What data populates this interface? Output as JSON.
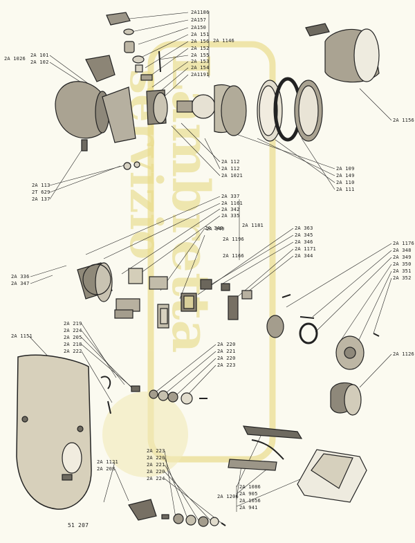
{
  "watermark": {
    "brand": "Lambretta",
    "sub": "servizio",
    "color": "#e6d67a"
  },
  "labels": {
    "top_column": [
      "2A1186",
      "2A157",
      "2A150",
      "2A 151",
      "2A 156",
      "2A 152",
      "2A 155",
      "2A 153",
      "2A 154",
      "2A1191"
    ],
    "top_column_side": "2A 1146",
    "left_headlamp": {
      "prefix": "2A 1026",
      "items": [
        "2A 101",
        "2A 102"
      ]
    },
    "lower_left_headlamp": [
      "2A 113",
      "2T 629",
      "2A 137"
    ],
    "center_reflector": [
      "2A 112",
      "2A 112",
      "2A 1021"
    ],
    "right_headlamp_rings": [
      "2A 109",
      "2A 149",
      "2A 110",
      "2A 111"
    ],
    "right_spot_lamp": "2A 1156",
    "switch_column": [
      "2A 337",
      "2A 1161",
      "2A 342",
      "2A 335"
    ],
    "switch_extra": [
      "2A 340",
      "2A 340"
    ],
    "switch_group": "2A 1181",
    "switch_mid": [
      "2A 1196",
      "2A 1166"
    ],
    "mid_right_column": [
      "2A 363",
      "2A 345",
      "2A 346",
      "2A 1171",
      "2A 344"
    ],
    "left_horn": [
      "2A 336",
      "2A 347"
    ],
    "right_horn_column": [
      "2A 1176",
      "2A 348",
      "2A 349",
      "2A 350",
      "2A 351",
      "2A 352"
    ],
    "horn_cover": "2A 1126",
    "cover_label": "2A 1151",
    "left_bracket_column": [
      "2A 219",
      "2A 224",
      "2A 205",
      "2A 218",
      "2A 222"
    ],
    "mid_bulb_column": [
      "2A 220",
      "2A 221",
      "2A 220",
      "2A 223"
    ],
    "lower_bulb_column": [
      "2A 223",
      "2A 220",
      "2A 221",
      "2A 220",
      "2A 224"
    ],
    "lower_left": [
      "2A 1121",
      "2A 208"
    ],
    "tools": {
      "group": "2A 1206",
      "items": [
        "2A 1086",
        "2A 905",
        "2A 1056",
        "2A 941"
      ]
    },
    "plate_number": "51 207"
  }
}
